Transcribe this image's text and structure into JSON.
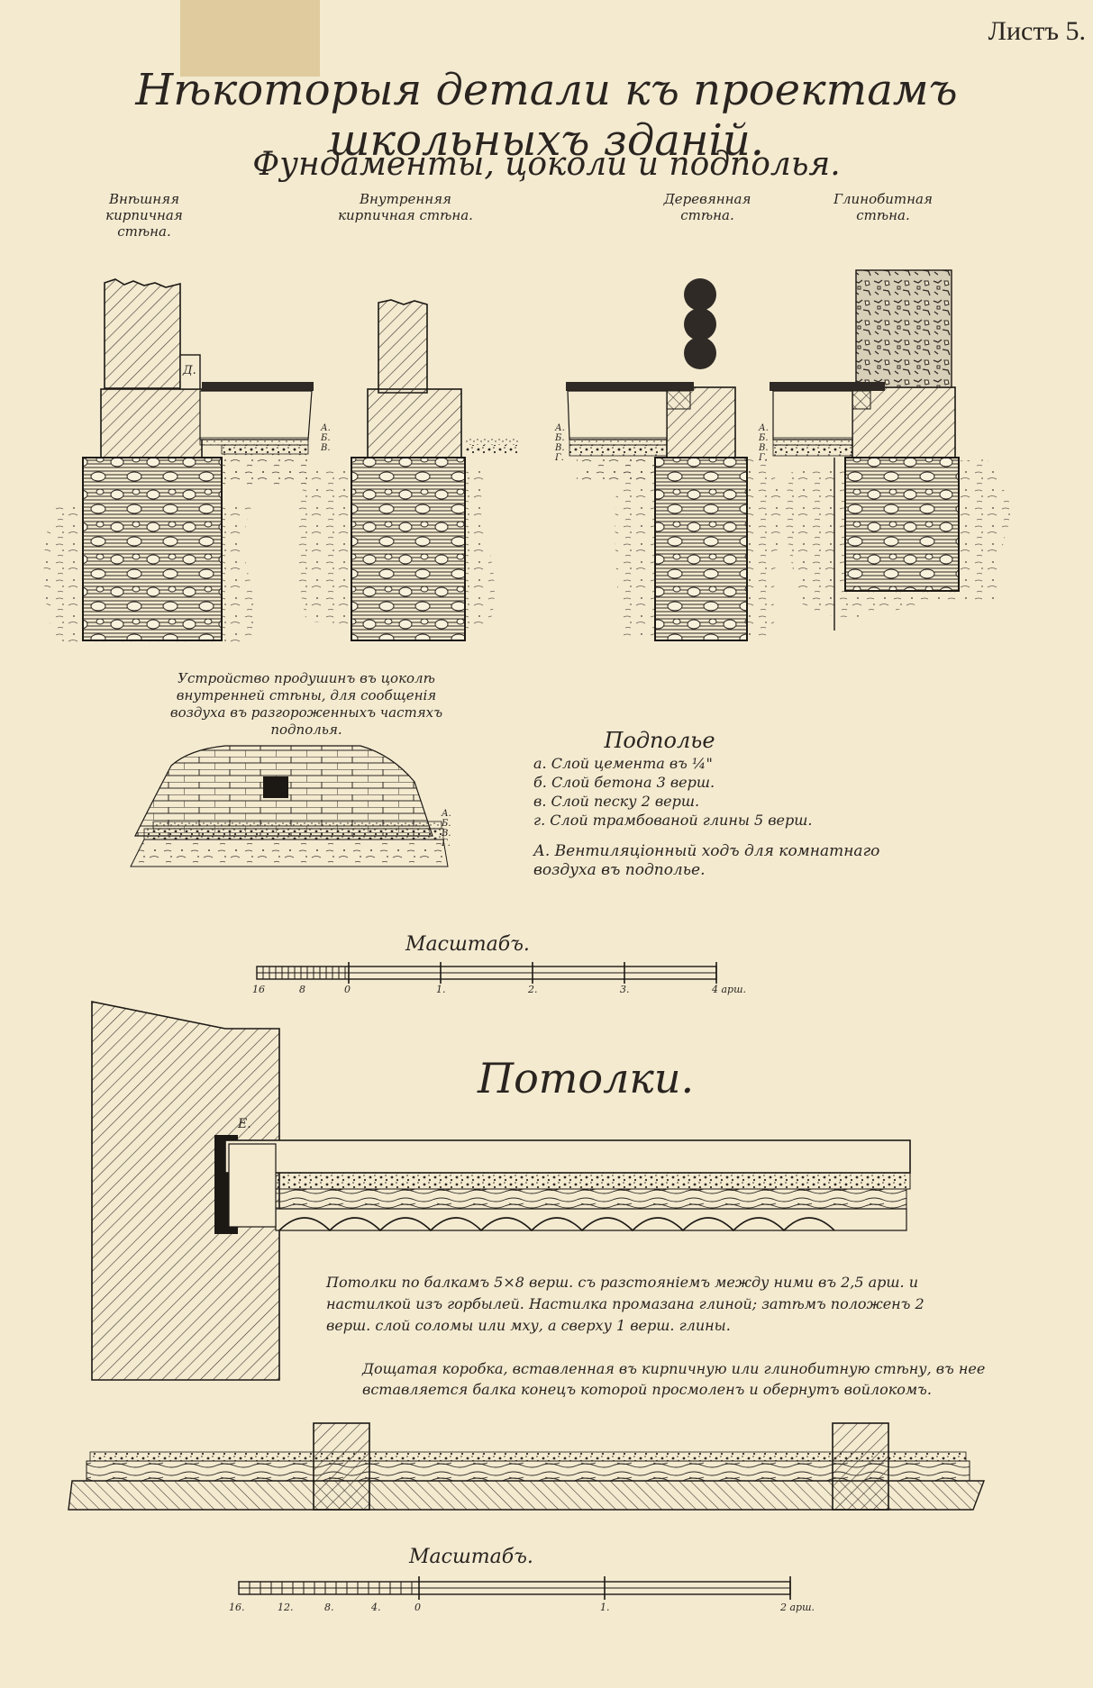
{
  "sheet_label": "Листъ 5.",
  "title": "Нѣкоторыя детали къ проектамъ школьныхъ зданій.",
  "subtitle": "Фундаменты, цоколи и подполья.",
  "walls": [
    "Внѣшняя кирпичная стѣна.",
    "Внутренняя кирпичная стѣна.",
    "Деревянная стѣна.",
    "Глинобитная стѣна."
  ],
  "marker_d": "Д.",
  "marker_e": "Е.",
  "layer_letters": [
    "А.",
    "Б.",
    "В.",
    "Г."
  ],
  "vent_note": "Устройство продушинъ въ цоколѣ внутренней стѣны, для сообщенія воздуха въ разгороженныхъ частяхъ подполья.",
  "subfloor": {
    "title": "Подполье",
    "items": [
      "а. Слой цемента въ ¼\"",
      "б. Слой бетона 3 верш.",
      "в. Слой песку 2 верш.",
      "г. Слой трамбованой глины 5 верш."
    ],
    "note_a": "А. Вентиляціонный ходъ для комнатнаго воздуха въ подполье."
  },
  "scale1": {
    "title": "Масштабъ.",
    "labels": [
      "16",
      "8",
      "0",
      "1.",
      "2.",
      "3.",
      "4 арш."
    ]
  },
  "ceilings": {
    "title": "Потолки.",
    "note1": "Потолки по балкамъ 5×8 верш. съ разстояніемъ между ними въ 2,5 арш. и настилкой изъ горбылей. Настилка промазана глиной; затѣмъ положенъ 2 верш. слой соломы или мху, а сверху 1 верш. глины.",
    "note2": "Дощатая коробка, вставленная въ кирпичную или глинобитную стѣну, въ нее вставляется балка конецъ которой просмоленъ и обернутъ войлокомъ."
  },
  "scale2": {
    "title": "Масштабъ.",
    "labels": [
      "16.",
      "12.",
      "8.",
      "4.",
      "0",
      "1.",
      "2 арш."
    ]
  }
}
